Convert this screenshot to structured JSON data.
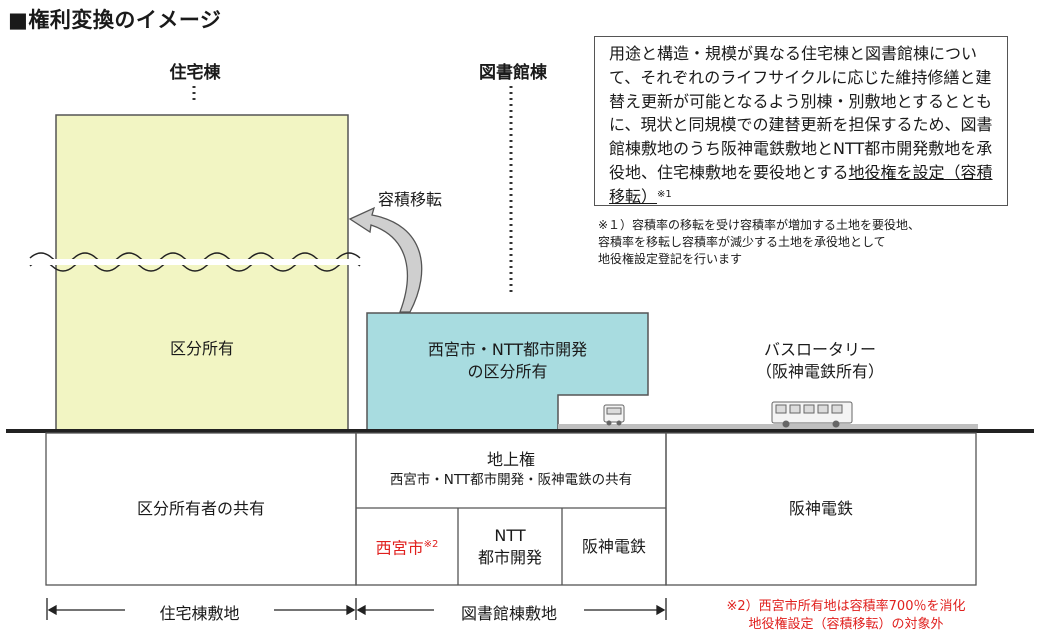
{
  "title": "■権利変換のイメージ",
  "labels": {
    "residential_building": "住宅棟",
    "library_building": "図書館棟",
    "transfer": "容積移転",
    "residential_ownership": "区分所有",
    "library_ownership_line1": "西宮市・NTT都市開発",
    "library_ownership_line2": "の区分所有",
    "bus_rotary_line1": "バスロータリー",
    "bus_rotary_line2": "（阪神電鉄所有）"
  },
  "description": {
    "text": "用途と構造・規模が異なる住宅棟と図書館棟について、それぞれのライフサイクルに応じた維持修繕と建替え更新が可能となるよう別棟・別敷地とするとともに、現状と同規模での建替更新を担保するため、図書館棟敷地のうち阪神電鉄敷地とNTT都市開発敷地を承役地、住宅棟敷地を要役地とする",
    "underlined": "地役権を設定（容積移転）",
    "mark": "※1"
  },
  "note1": [
    "※１）容積率の移転を受け容積率が増加する土地を要役地、",
    "容積率を移転し容積率が減少する土地を承役地として",
    "地役権設定登記を行います"
  ],
  "ground": {
    "co_ownership": "区分所有者の共有",
    "surface_right": "地上権",
    "surface_right_sub": "西宮市・NTT都市開発・阪神電鉄の共有",
    "nishinomiya": "西宮市",
    "nishinomiya_mark": "※2",
    "ntt_line1": "NTT",
    "ntt_line2": "都市開発",
    "hanshin_small": "阪神電鉄",
    "hanshin_large": "阪神電鉄"
  },
  "sites": {
    "residential_site": "住宅棟敷地",
    "library_site": "図書館棟敷地"
  },
  "note2": [
    "※2）西宮市所有地は容積率700％を消化",
    "地役権設定（容積移転）の対象外"
  ],
  "colors": {
    "residential_fill": "#f2f5c3",
    "library_fill": "#a8dce0",
    "red": "#e0201e"
  }
}
